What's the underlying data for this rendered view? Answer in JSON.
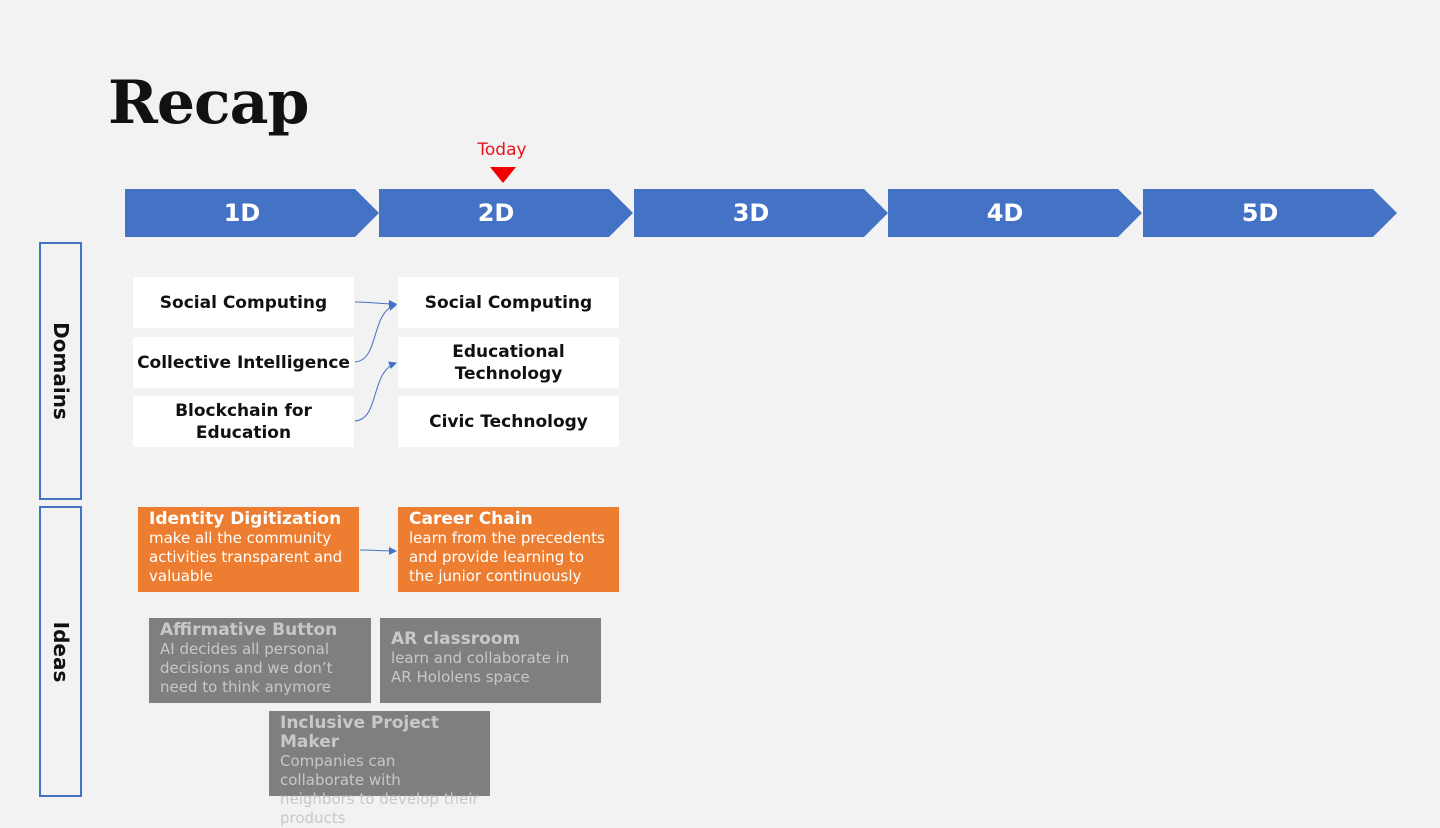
{
  "title": "Recap",
  "today_label": "Today",
  "timeline": [
    "1D",
    "2D",
    "3D",
    "4D",
    "5D"
  ],
  "row_labels": {
    "domains": "Domains",
    "ideas": "Ideas"
  },
  "domains_1d": [
    "Social Computing",
    "Collective Intelligence",
    "Blockchain for Education"
  ],
  "domains_2d": [
    "Social Computing",
    "Educational Technology",
    "Civic Technology"
  ],
  "ideas": {
    "identity": {
      "title": "Identity Digitization",
      "desc": "make all the community activities transparent and valuable"
    },
    "career": {
      "title": "Career Chain",
      "desc": "learn from the precedents and provide learning to the junior continuously"
    },
    "affirmative": {
      "title": "Affirmative Button",
      "desc": "AI decides all personal decisions and we don’t need to think anymore"
    },
    "ar": {
      "title": "AR classroom",
      "desc": "learn and collaborate in AR Hololens space"
    },
    "inclusive": {
      "title": "Inclusive Project Maker",
      "desc": "Companies can collaborate with neighbors to develop their products"
    }
  },
  "colors": {
    "stage": "#4472c4",
    "today": "#e8141b",
    "active_idea": "#ed7d31",
    "inactive_idea": "#7f7f7f"
  }
}
